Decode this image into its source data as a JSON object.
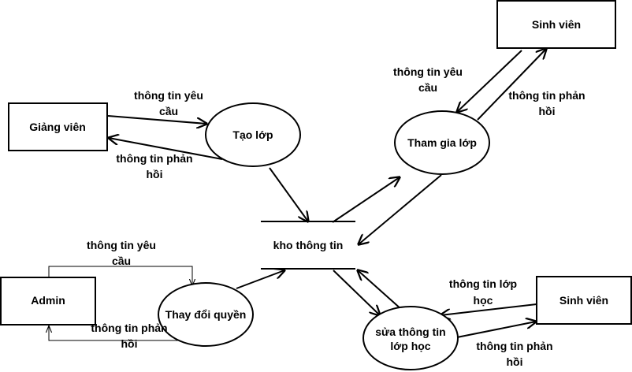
{
  "entities": {
    "giang_vien": "Giảng viên",
    "sinh_vien_top": "Sinh viên",
    "admin": "Admin",
    "sinh_vien_bottom": "Sinh viên"
  },
  "processes": {
    "tao_lop": "Tạo lớp",
    "tham_gia_lop": "Tham gia lớp",
    "thay_doi_quyen": "Thay đổi quyền",
    "sua_thong_tin_line1": "sửa thông tin",
    "sua_thong_tin_line2": "lớp học"
  },
  "datastore": {
    "label": "kho thông tin"
  },
  "flows": {
    "gv_req_1": "thông tin yêu",
    "gv_req_2": "cầu",
    "gv_resp_1": "thông tin phản",
    "gv_resp_2": "hồi",
    "sv1_req_1": "thông tin yêu",
    "sv1_req_2": "cầu",
    "sv1_resp_1": "thông tin phản",
    "sv1_resp_2": "hồi",
    "admin_req_1": "thông tin yêu",
    "admin_req_2": "cầu",
    "admin_resp_1": "thông tin phản",
    "admin_resp_2": "hồi",
    "sv2_req_1": "thông tin lớp",
    "sv2_req_2": "học",
    "sv2_resp_1": "thông tin phản",
    "sv2_resp_2": "hồi"
  }
}
